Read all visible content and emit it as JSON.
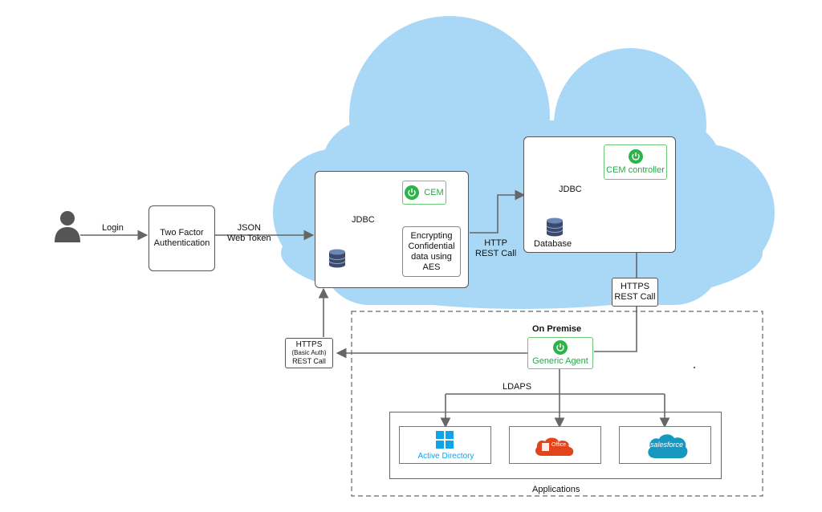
{
  "actor": {
    "login_label": "Login"
  },
  "two_factor": {
    "label_line1": "Two Factor",
    "label_line2": "Authentication"
  },
  "jwt": {
    "line1": "JSON",
    "line2": "Web Token"
  },
  "cloud_box_left": {
    "cem_label": "CEM",
    "jdbc_label": "JDBC",
    "encrypt": {
      "line1": "Encrypting",
      "line2": "Confidential",
      "line3": "data using",
      "line4": "AES"
    }
  },
  "http_rest": {
    "line1": "HTTP",
    "line2": "REST Call"
  },
  "cloud_box_right": {
    "controller_label": "CEM controller",
    "jdbc_label": "JDBC",
    "database_label": "Database"
  },
  "https_rest_right": {
    "line1": "HTTPS",
    "line2": "REST Call"
  },
  "https_basic": {
    "line1": "HTTPS",
    "line2": "(Basic Auth)",
    "line3": "REST Call"
  },
  "on_premise": {
    "title": "On Premise",
    "agent_label": "Generic Agent",
    "ldaps_label": "LDAPS",
    "applications_label": "Applications",
    "apps": {
      "active_directory": "Active Directory",
      "office365": "Office 365",
      "salesforce": "salesforce"
    }
  },
  "colors": {
    "cloud": "#a9d8f7",
    "accent_green": "#2eb34b",
    "office_red": "#e0451b",
    "salesforce_blue": "#1798c1",
    "windows_blue": "#10a3e8"
  }
}
